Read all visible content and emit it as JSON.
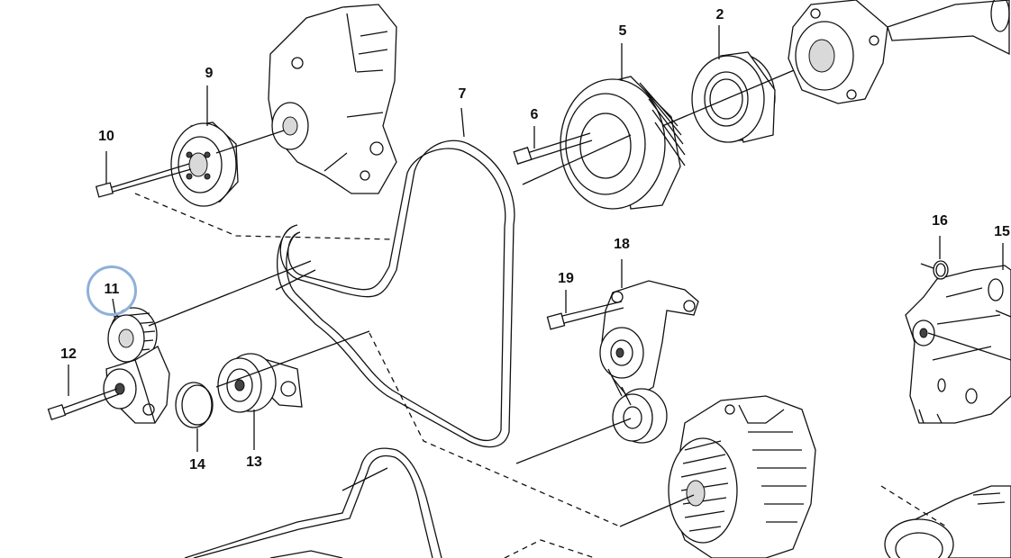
{
  "diagram": {
    "highlight_color": "#8fb0d9",
    "highlighted_callout": "11",
    "callouts": {
      "c2": "2",
      "c5": "5",
      "c6": "6",
      "c7": "7",
      "c9": "9",
      "c10": "10",
      "c11": "11",
      "c12": "12",
      "c13": "13",
      "c14": "14",
      "c15": "15",
      "c16": "16",
      "c18": "18",
      "c19": "19"
    }
  }
}
